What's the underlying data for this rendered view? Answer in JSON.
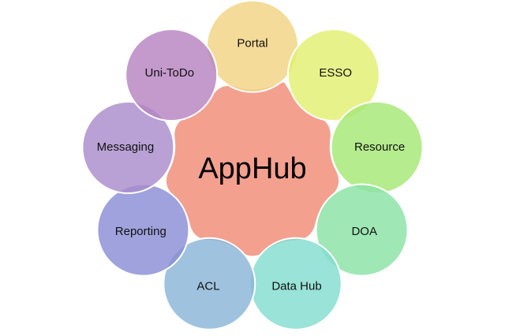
{
  "center": {
    "label": "AppHub",
    "color": "#f4a08f"
  },
  "nodes": [
    {
      "id": "portal",
      "label": "Portal",
      "color": "#f3d382"
    },
    {
      "id": "esso",
      "label": "ESSO",
      "color": "#e3ef71"
    },
    {
      "id": "resource",
      "label": "Resource",
      "color": "#a5e874"
    },
    {
      "id": "doa",
      "label": "DOA",
      "color": "#8ae3a6"
    },
    {
      "id": "data-hub",
      "label": "Data Hub",
      "color": "#82ddd0"
    },
    {
      "id": "acl",
      "label": "ACL",
      "color": "#8ab6d8"
    },
    {
      "id": "reporting",
      "label": "Reporting",
      "color": "#8a8ed4"
    },
    {
      "id": "messaging",
      "label": "Messaging",
      "color": "#a98ccc"
    },
    {
      "id": "uni-todo",
      "label": "Uni-ToDo",
      "color": "#b784c2"
    }
  ]
}
